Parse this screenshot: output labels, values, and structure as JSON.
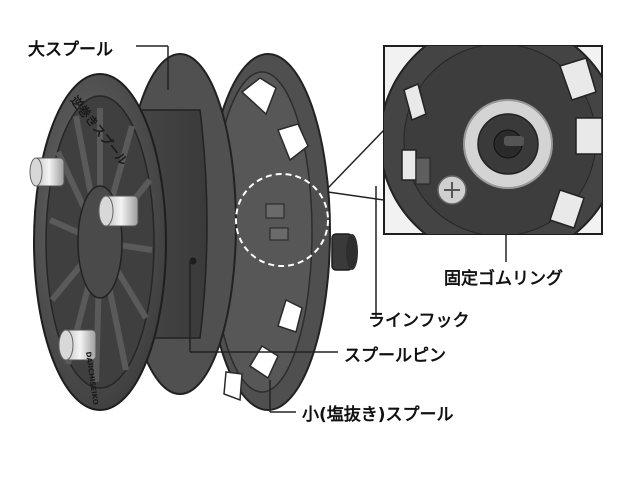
{
  "labels": {
    "large_spool": "大スプール",
    "fixing_rubber_ring": "固定ゴムリング",
    "line_hook": "ラインフック",
    "spool_pin": "スプールピン",
    "small_spool": "小(塩抜き)スプール"
  },
  "spool_print": {
    "top_text": "逆巻きスプール",
    "brand_text": "DAIICHISEIKO"
  }
}
